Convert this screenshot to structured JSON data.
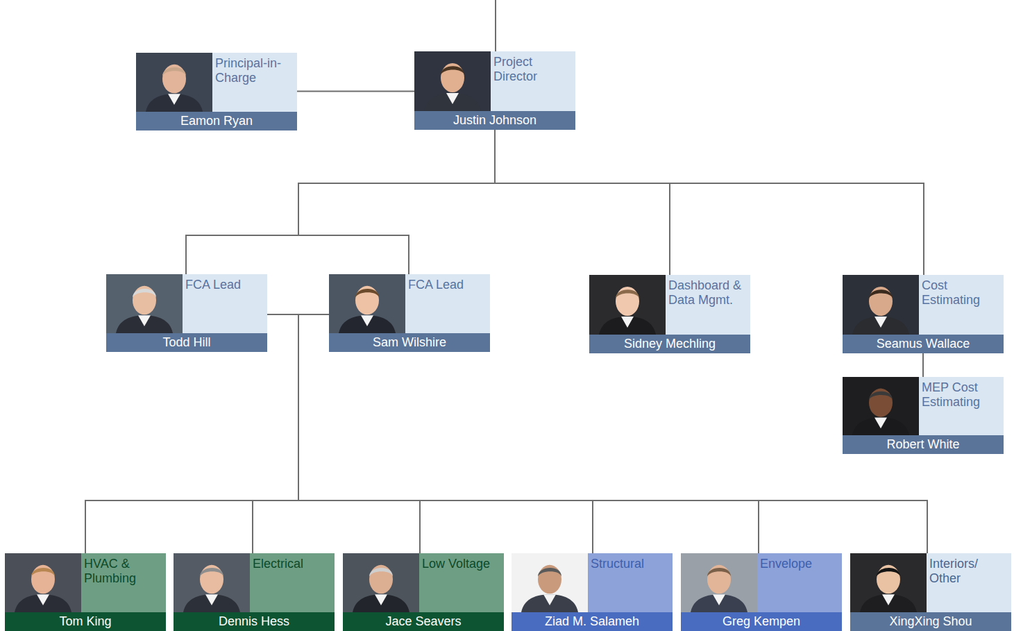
{
  "diagram": {
    "nodes": [
      {
        "text": [
          "Principal-in-Charge",
          "Eamon Ryan"
        ]
      },
      {
        "text": [
          "Project Director",
          "Justin Johnson"
        ]
      },
      {
        "text": [
          "FCA Lead",
          "Todd Hill"
        ]
      },
      {
        "text": [
          "FCA Lead",
          "Sam Wilshire"
        ]
      },
      {
        "text": [
          "Dashboard & Data Mgmt.",
          "Sidney Mechling"
        ]
      },
      {
        "text": [
          "Cost Estimating",
          "Seamus Wallace"
        ]
      },
      {
        "text": [
          "MEP Cost Estimating",
          "Robert White"
        ]
      },
      {
        "text": [
          "HVAC & Plumbing",
          "Tom King"
        ]
      },
      {
        "text": [
          "Electrical",
          "Dennis Hess"
        ]
      },
      {
        "text": [
          "Low Voltage",
          "Jace Seavers"
        ]
      },
      {
        "text": [
          "Structural",
          "Ziad M. Salameh"
        ]
      },
      {
        "text": [
          "Envelope",
          "Greg Kempen"
        ]
      },
      {
        "text": [
          "Interiors/ Other",
          "XingXing Shou"
        ]
      }
    ],
    "edges": [
      {
        "from": 0,
        "to": 1,
        "arrow": "none"
      },
      {
        "from": 1,
        "to": 2,
        "arrow": "none"
      },
      {
        "from": 1,
        "to": 3,
        "arrow": "none"
      },
      {
        "from": 1,
        "to": 4,
        "arrow": "none"
      },
      {
        "from": 1,
        "to": 5,
        "arrow": "none"
      },
      {
        "from": 5,
        "to": 6,
        "arrow": "none"
      },
      {
        "from": 2,
        "to": 7,
        "arrow": "none"
      },
      {
        "from": 2,
        "to": 8,
        "arrow": "none"
      },
      {
        "from": 2,
        "to": 9,
        "arrow": "none"
      },
      {
        "from": 2,
        "to": 10,
        "arrow": "none"
      },
      {
        "from": 2,
        "to": 11,
        "arrow": "none"
      },
      {
        "from": 2,
        "to": 12,
        "arrow": "none"
      },
      {
        "from": 3,
        "to": 7,
        "arrow": "none"
      },
      {
        "from": 3,
        "to": 8,
        "arrow": "none"
      },
      {
        "from": 3,
        "to": 9,
        "arrow": "none"
      },
      {
        "from": 3,
        "to": 10,
        "arrow": "none"
      },
      {
        "from": 3,
        "to": 11,
        "arrow": "none"
      },
      {
        "from": 3,
        "to": 12,
        "arrow": "none"
      }
    ]
  }
}
